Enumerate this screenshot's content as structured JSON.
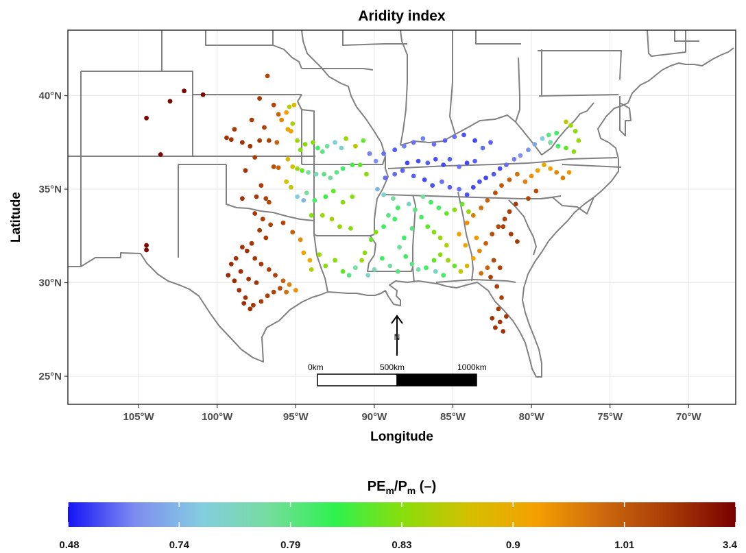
{
  "title": "Aridity index",
  "xlabel": "Longitude",
  "ylabel": "Latitude",
  "x_ticks": [
    "105°W",
    "100°W",
    "95°W",
    "90°W",
    "85°W",
    "80°W",
    "75°W",
    "70°W"
  ],
  "y_ticks": [
    "40°N",
    "35°N",
    "30°N",
    "25°N"
  ],
  "north_arrow_label": "N",
  "scale_bar_labels": [
    "0km",
    "500km",
    "1000km"
  ],
  "legend": {
    "title_main": "PE",
    "title_sub1": "m",
    "title_slash": "/P",
    "title_sub2": "m",
    "title_unit": " (–)",
    "ticks": [
      "0.48",
      "0.74",
      "0.79",
      "0.83",
      "0.9",
      "1.01",
      "3.4"
    ],
    "gradient_colors": [
      "#1414f5",
      "#7e8cf0",
      "#84cde0",
      "#76dc9f",
      "#2ef24f",
      "#88de0c",
      "#d4c000",
      "#f5a000",
      "#cd6a0e",
      "#a83a06",
      "#780000"
    ]
  },
  "colors": {
    "state_lines": "#808080",
    "grid": "#ebebeb",
    "panel_border": "#333333"
  },
  "chart_data": {
    "type": "scatter",
    "title": "Aridity index",
    "xlabel": "Longitude",
    "ylabel": "Latitude",
    "xlim": [
      -109.5,
      -67
    ],
    "ylim": [
      23.5,
      43.5
    ],
    "color_variable": "PEm/Pm (–)",
    "color_breaks": [
      0.48,
      0.74,
      0.79,
      0.83,
      0.9,
      1.01,
      3.4
    ],
    "points": [
      [
        -104.5,
        38.8,
        3.0
      ],
      [
        -103,
        39.7,
        3.0
      ],
      [
        -102.1,
        40.25,
        3.0
      ],
      [
        -100.9,
        40.05,
        3.0
      ],
      [
        -103.6,
        36.85,
        3.0
      ],
      [
        -104.5,
        32.0,
        3.0
      ],
      [
        -104.5,
        31.75,
        3.0
      ],
      [
        -96.8,
        41.05,
        1.05
      ],
      [
        -97.3,
        39.85,
        1.2
      ],
      [
        -96.4,
        39.5,
        1.05
      ],
      [
        -96.1,
        39.0,
        1.0
      ],
      [
        -97.0,
        38.3,
        1.1
      ],
      [
        -97.8,
        38.7,
        1.15
      ],
      [
        -98.9,
        38.2,
        1.2
      ],
      [
        -99.4,
        37.75,
        1.3
      ],
      [
        -99.1,
        37.65,
        1.25
      ],
      [
        -98.4,
        37.5,
        1.3
      ],
      [
        -97.9,
        37.3,
        1.25
      ],
      [
        -97.3,
        37.6,
        1.2
      ],
      [
        -96.7,
        37.6,
        1.1
      ],
      [
        -96.2,
        37.5,
        1.0
      ],
      [
        -98.2,
        36.0,
        1.3
      ],
      [
        -97.6,
        36.7,
        1.15
      ],
      [
        -96.4,
        36.2,
        1.02
      ],
      [
        -96.1,
        36.15,
        1.0
      ],
      [
        -97.2,
        35.2,
        1.15
      ],
      [
        -97.5,
        34.6,
        1.2
      ],
      [
        -98.4,
        34.5,
        1.3
      ],
      [
        -96.9,
        34.5,
        1.1
      ],
      [
        -96.7,
        34.3,
        1.05
      ],
      [
        -95.9,
        38.7,
        0.95
      ],
      [
        -95.5,
        38.2,
        0.9
      ],
      [
        -95.6,
        39.1,
        0.92
      ],
      [
        -95.4,
        39.4,
        0.86
      ],
      [
        -95.1,
        39.5,
        0.88
      ],
      [
        -95.2,
        38.5,
        0.85
      ],
      [
        -95.3,
        38.1,
        0.92
      ],
      [
        -94.9,
        37.6,
        0.84
      ],
      [
        -94.7,
        37.1,
        0.83
      ],
      [
        -94.4,
        37.4,
        0.83
      ],
      [
        -93.9,
        37.5,
        0.83
      ],
      [
        -93.6,
        37.2,
        0.8
      ],
      [
        -93.3,
        37.0,
        0.79
      ],
      [
        -93.0,
        37.3,
        0.78
      ],
      [
        -92.5,
        37.5,
        0.75
      ],
      [
        -92.1,
        37.2,
        0.76
      ],
      [
        -91.8,
        37.7,
        0.84
      ],
      [
        -91.2,
        37.3,
        0.86
      ],
      [
        -90.7,
        37.6,
        0.82
      ],
      [
        -95.5,
        36.6,
        0.88
      ],
      [
        -95.2,
        36.2,
        0.87
      ],
      [
        -94.9,
        36.1,
        0.84
      ],
      [
        -94.6,
        36.0,
        0.82
      ],
      [
        -94.2,
        35.9,
        0.78
      ],
      [
        -93.7,
        35.8,
        0.77
      ],
      [
        -93.2,
        35.8,
        0.79
      ],
      [
        -92.8,
        35.6,
        0.78
      ],
      [
        -92.4,
        35.9,
        0.79
      ],
      [
        -92.0,
        36.1,
        0.8
      ],
      [
        -91.4,
        36.3,
        0.81
      ],
      [
        -90.9,
        36.3,
        0.82
      ],
      [
        -90.5,
        35.8,
        0.83
      ],
      [
        -95.6,
        35.4,
        0.87
      ],
      [
        -95.3,
        35.1,
        0.86
      ],
      [
        -94.9,
        34.6,
        0.75
      ],
      [
        -94.5,
        34.4,
        0.74
      ],
      [
        -94.3,
        34.8,
        0.78
      ],
      [
        -93.8,
        34.4,
        0.8
      ],
      [
        -93.1,
        34.6,
        0.81
      ],
      [
        -92.6,
        34.9,
        0.82
      ],
      [
        -92.0,
        34.3,
        0.83
      ],
      [
        -91.4,
        34.6,
        0.83
      ],
      [
        -94.0,
        33.6,
        0.83
      ],
      [
        -93.3,
        33.6,
        0.84
      ],
      [
        -92.7,
        33.4,
        0.85
      ],
      [
        -92.2,
        33.0,
        0.84
      ],
      [
        -91.5,
        32.9,
        0.83
      ],
      [
        -95.8,
        33.2,
        1.05
      ],
      [
        -95.2,
        32.7,
        1.0
      ],
      [
        -94.7,
        32.3,
        0.95
      ],
      [
        -94.5,
        31.6,
        0.92
      ],
      [
        -94.1,
        31.2,
        0.9
      ],
      [
        -94.0,
        30.7,
        0.85
      ],
      [
        -93.5,
        31.5,
        0.84
      ],
      [
        -93.1,
        30.9,
        0.83
      ],
      [
        -92.5,
        31.2,
        0.83
      ],
      [
        -92.0,
        30.6,
        0.82
      ],
      [
        -91.6,
        30.4,
        0.79
      ],
      [
        -91.2,
        30.8,
        0.78
      ],
      [
        -90.8,
        31.2,
        0.84
      ],
      [
        -90.6,
        31.6,
        0.83
      ],
      [
        -90.2,
        32.3,
        0.82
      ],
      [
        -89.9,
        32.7,
        0.83
      ],
      [
        -89.4,
        33.0,
        0.8
      ],
      [
        -89.1,
        33.6,
        0.79
      ],
      [
        -88.7,
        33.4,
        0.8
      ],
      [
        -88.5,
        34.0,
        0.8
      ],
      [
        -88.8,
        34.5,
        0.78
      ],
      [
        -89.4,
        34.7,
        0.76
      ],
      [
        -89.8,
        35.0,
        0.74
      ],
      [
        -89.3,
        35.6,
        0.6
      ],
      [
        -88.7,
        35.8,
        0.6
      ],
      [
        -88.2,
        36.0,
        0.58
      ],
      [
        -87.9,
        36.4,
        0.55
      ],
      [
        -87.2,
        36.5,
        0.56
      ],
      [
        -86.6,
        36.4,
        0.58
      ],
      [
        -86.1,
        36.6,
        0.56
      ],
      [
        -85.6,
        36.3,
        0.55
      ],
      [
        -85.2,
        36.6,
        0.58
      ],
      [
        -84.6,
        36.2,
        0.6
      ],
      [
        -84.1,
        36.4,
        0.55
      ],
      [
        -83.6,
        36.5,
        0.58
      ],
      [
        -89.4,
        36.9,
        0.6
      ],
      [
        -88.7,
        37.1,
        0.58
      ],
      [
        -88.1,
        37.3,
        0.62
      ],
      [
        -87.5,
        37.5,
        0.6
      ],
      [
        -86.9,
        37.7,
        0.62
      ],
      [
        -86.2,
        37.4,
        0.6
      ],
      [
        -85.5,
        37.6,
        0.58
      ],
      [
        -84.9,
        37.8,
        0.6
      ],
      [
        -84.3,
        37.9,
        0.56
      ],
      [
        -83.6,
        37.6,
        0.55
      ],
      [
        -83.1,
        37.2,
        0.6
      ],
      [
        -82.6,
        37.5,
        0.58
      ],
      [
        -90.3,
        36.9,
        0.62
      ],
      [
        -89.9,
        36.5,
        0.64
      ],
      [
        -87.5,
        35.7,
        0.58
      ],
      [
        -86.8,
        35.5,
        0.55
      ],
      [
        -86.3,
        35.2,
        0.56
      ],
      [
        -85.7,
        35.4,
        0.6
      ],
      [
        -85.2,
        35.1,
        0.58
      ],
      [
        -84.6,
        35.0,
        0.6
      ],
      [
        -84.1,
        34.7,
        0.56
      ],
      [
        -83.7,
        35.1,
        0.55
      ],
      [
        -83.3,
        35.4,
        0.56
      ],
      [
        -82.9,
        35.6,
        0.55
      ],
      [
        -82.4,
        35.8,
        0.57
      ],
      [
        -82.0,
        36.1,
        0.56
      ],
      [
        -81.6,
        36.3,
        0.6
      ],
      [
        -81.1,
        36.6,
        0.62
      ],
      [
        -80.7,
        36.8,
        0.64
      ],
      [
        -80.2,
        37.1,
        0.66
      ],
      [
        -79.8,
        37.4,
        0.7
      ],
      [
        -79.3,
        37.7,
        0.75
      ],
      [
        -78.8,
        37.5,
        0.78
      ],
      [
        -78.3,
        37.3,
        0.8
      ],
      [
        -77.8,
        37.2,
        0.82
      ],
      [
        -77.3,
        37.0,
        0.83
      ],
      [
        -77.0,
        37.6,
        0.84
      ],
      [
        -77.2,
        38.1,
        0.83
      ],
      [
        -77.5,
        38.4,
        0.84
      ],
      [
        -77.8,
        38.6,
        0.86
      ],
      [
        -78.4,
        38.0,
        0.8
      ],
      [
        -78.9,
        37.9,
        0.79
      ],
      [
        -86.9,
        34.6,
        0.78
      ],
      [
        -86.4,
        34.3,
        0.8
      ],
      [
        -85.9,
        34.0,
        0.8
      ],
      [
        -85.4,
        33.7,
        0.82
      ],
      [
        -84.9,
        33.9,
        0.83
      ],
      [
        -84.4,
        34.2,
        0.82
      ],
      [
        -84.0,
        33.8,
        0.84
      ],
      [
        -87.8,
        34.2,
        0.76
      ],
      [
        -87.4,
        33.9,
        0.79
      ],
      [
        -87.0,
        33.5,
        0.8
      ],
      [
        -86.6,
        33.0,
        0.82
      ],
      [
        -86.2,
        32.7,
        0.83
      ],
      [
        -85.8,
        32.4,
        0.84
      ],
      [
        -85.4,
        32.0,
        0.85
      ],
      [
        -87.6,
        32.9,
        0.79
      ],
      [
        -88.1,
        32.4,
        0.8
      ],
      [
        -88.4,
        31.9,
        0.78
      ],
      [
        -88.0,
        31.4,
        0.8
      ],
      [
        -87.6,
        31.0,
        0.79
      ],
      [
        -87.2,
        30.7,
        0.78
      ],
      [
        -86.7,
        30.8,
        0.8
      ],
      [
        -86.2,
        31.2,
        0.82
      ],
      [
        -85.8,
        31.5,
        0.83
      ],
      [
        -85.3,
        31.2,
        0.84
      ],
      [
        -84.9,
        30.9,
        0.82
      ],
      [
        -84.5,
        30.6,
        0.86
      ],
      [
        -84.1,
        30.9,
        0.88
      ],
      [
        -83.7,
        31.3,
        0.92
      ],
      [
        -83.3,
        31.7,
        0.95
      ],
      [
        -82.9,
        32.1,
        1.0
      ],
      [
        -82.5,
        32.6,
        1.02
      ],
      [
        -82.1,
        33.0,
        1.05
      ],
      [
        -81.7,
        33.4,
        1.1
      ],
      [
        -81.4,
        33.8,
        1.15
      ],
      [
        -81.0,
        34.2,
        1.2
      ],
      [
        -83.5,
        32.4,
        0.93
      ],
      [
        -84.2,
        32.0,
        0.9
      ],
      [
        -84.6,
        32.6,
        0.92
      ],
      [
        -84.1,
        33.2,
        0.94
      ],
      [
        -83.7,
        33.6,
        0.96
      ],
      [
        -83.2,
        34.0,
        0.98
      ],
      [
        -82.8,
        34.4,
        1.0
      ],
      [
        -82.3,
        34.8,
        1.02
      ],
      [
        -81.9,
        35.2,
        1.01
      ],
      [
        -81.4,
        35.5,
        1.0
      ],
      [
        -80.9,
        35.8,
        0.98
      ],
      [
        -80.4,
        35.4,
        0.96
      ],
      [
        -80.0,
        35.7,
        0.94
      ],
      [
        -79.6,
        36.0,
        0.92
      ],
      [
        -79.2,
        36.3,
        0.9
      ],
      [
        -78.8,
        36.1,
        0.92
      ],
      [
        -78.4,
        35.9,
        0.95
      ],
      [
        -78.0,
        35.6,
        0.96
      ],
      [
        -77.6,
        35.9,
        0.93
      ],
      [
        -79.7,
        34.9,
        1.02
      ],
      [
        -80.2,
        34.5,
        1.05
      ],
      [
        -81.8,
        33.0,
        1.15
      ],
      [
        -81.3,
        32.6,
        1.2
      ],
      [
        -80.9,
        32.2,
        1.18
      ],
      [
        -82.4,
        31.2,
        1.05
      ],
      [
        -82.0,
        30.8,
        1.08
      ],
      [
        -82.6,
        30.3,
        1.1
      ],
      [
        -82.2,
        29.8,
        1.15
      ],
      [
        -81.9,
        29.2,
        1.1
      ],
      [
        -82.1,
        28.6,
        1.2
      ],
      [
        -82.5,
        28.1,
        1.25
      ],
      [
        -82.0,
        27.9,
        1.3
      ],
      [
        -81.6,
        28.2,
        1.2
      ],
      [
        -82.3,
        27.6,
        1.25
      ],
      [
        -81.8,
        27.4,
        1.3
      ],
      [
        -82.8,
        30.8,
        1.0
      ],
      [
        -83.2,
        30.5,
        0.98
      ],
      [
        -85.6,
        30.4,
        0.8
      ],
      [
        -86.1,
        30.6,
        0.76
      ],
      [
        -88.5,
        30.6,
        0.79
      ],
      [
        -89.0,
        30.9,
        0.78
      ],
      [
        -89.5,
        31.3,
        0.8
      ],
      [
        -90.0,
        30.7,
        0.77
      ],
      [
        -90.4,
        30.4,
        0.76
      ],
      [
        -97.6,
        33.7,
        1.2
      ],
      [
        -97.1,
        33.4,
        1.15
      ],
      [
        -96.6,
        33.1,
        1.1
      ],
      [
        -97.3,
        32.8,
        1.2
      ],
      [
        -96.9,
        32.4,
        1.18
      ],
      [
        -97.8,
        32.1,
        1.25
      ],
      [
        -98.1,
        31.7,
        1.3
      ],
      [
        -97.6,
        31.3,
        1.25
      ],
      [
        -97.2,
        31.0,
        1.2
      ],
      [
        -96.7,
        30.7,
        1.15
      ],
      [
        -96.3,
        30.4,
        1.1
      ],
      [
        -95.8,
        30.1,
        1.0
      ],
      [
        -95.4,
        29.9,
        0.96
      ],
      [
        -95.0,
        29.6,
        0.94
      ],
      [
        -95.6,
        29.5,
        0.98
      ],
      [
        -96.0,
        29.7,
        1.02
      ],
      [
        -96.4,
        29.5,
        1.08
      ],
      [
        -96.8,
        29.3,
        1.12
      ],
      [
        -97.2,
        29.0,
        1.18
      ],
      [
        -97.7,
        28.8,
        1.22
      ],
      [
        -98.2,
        29.2,
        1.3
      ],
      [
        -98.6,
        29.6,
        1.35
      ],
      [
        -98.9,
        30.1,
        1.4
      ],
      [
        -99.3,
        30.4,
        1.5
      ],
      [
        -98.5,
        30.6,
        1.4
      ],
      [
        -98.0,
        30.2,
        1.3
      ],
      [
        -97.5,
        30.0,
        1.25
      ],
      [
        -98.3,
        28.9,
        1.4
      ],
      [
        -97.9,
        28.6,
        1.35
      ],
      [
        -98.8,
        31.3,
        1.35
      ],
      [
        -99.1,
        31.0,
        1.4
      ],
      [
        -98.4,
        31.9,
        1.3
      ]
    ]
  }
}
